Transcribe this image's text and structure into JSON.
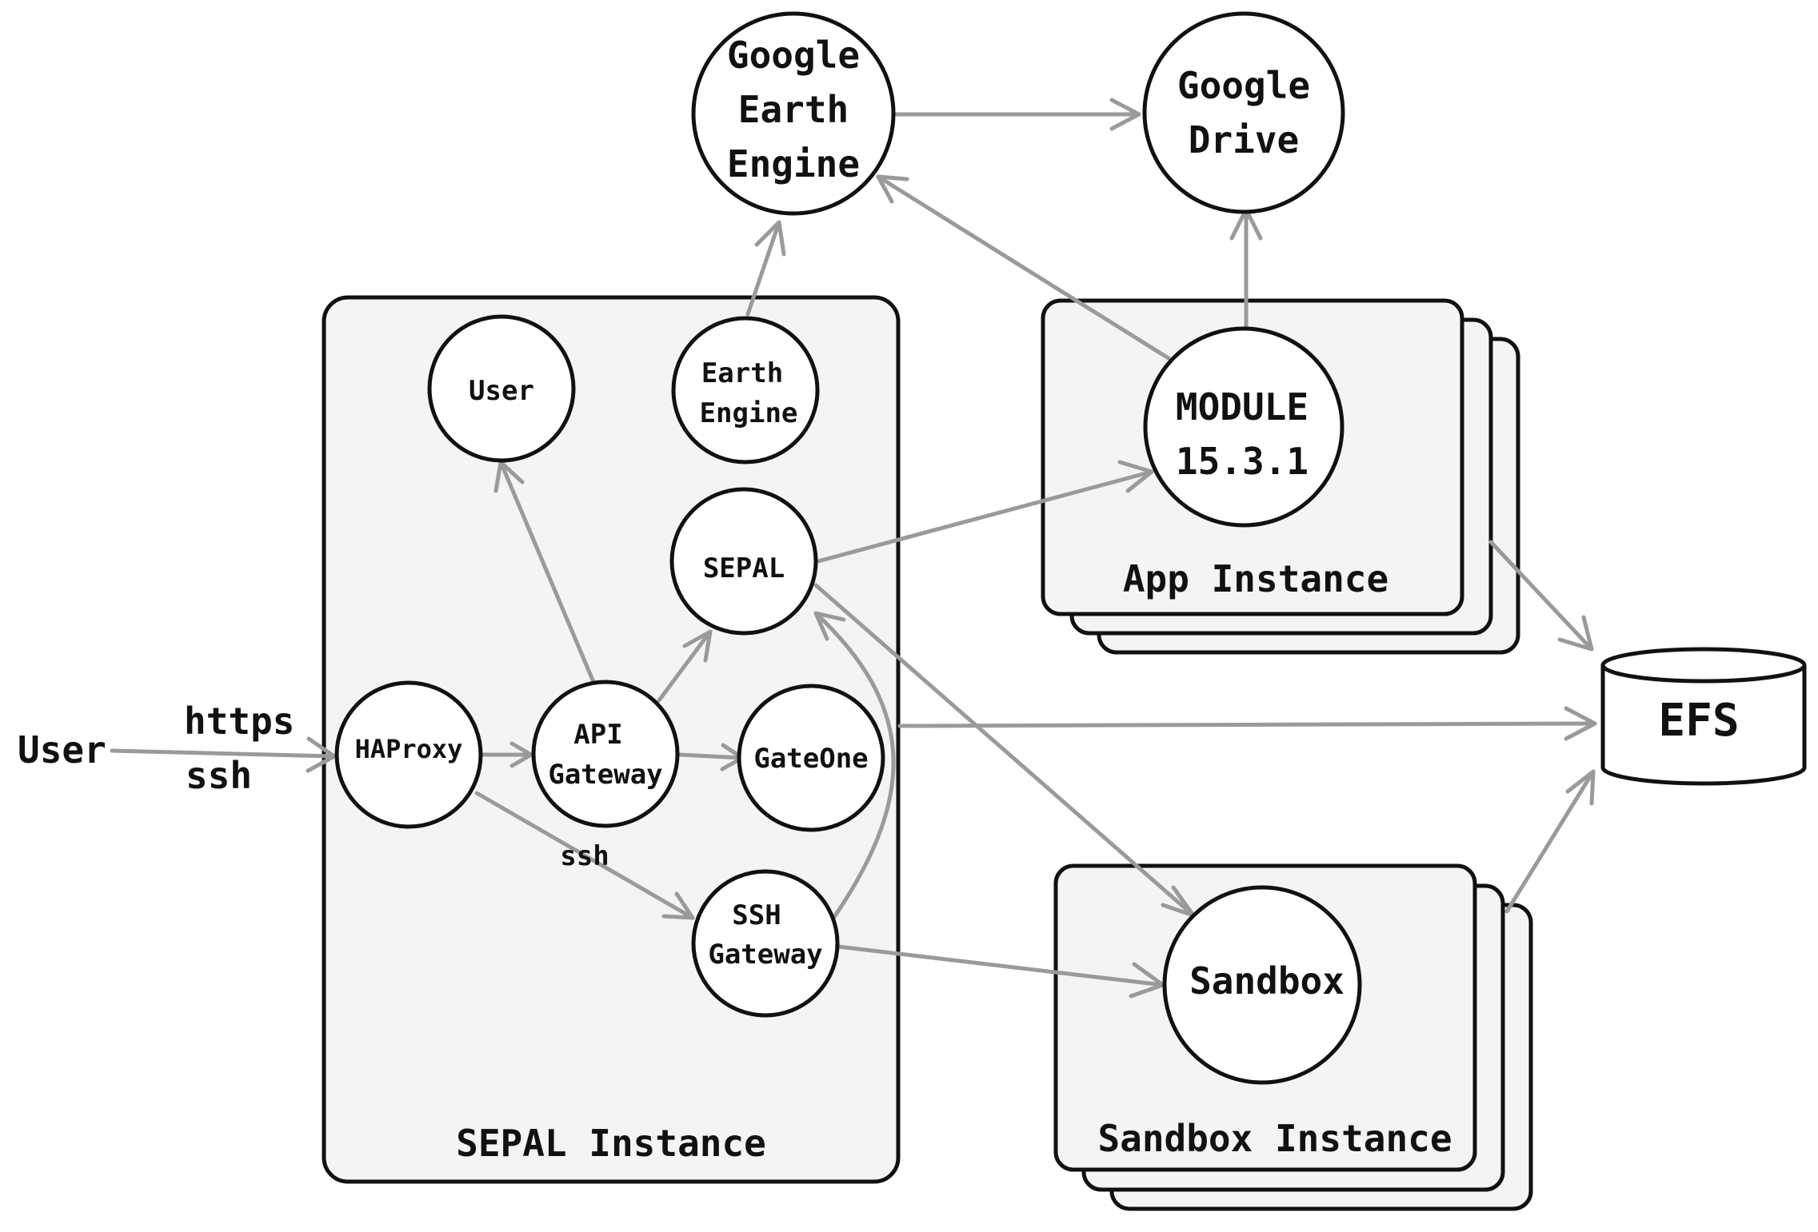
{
  "colors": {
    "edge": "#9a9a9a",
    "stroke": "#111111",
    "container": "#f4f4f4",
    "node": "#ffffff"
  },
  "external": {
    "user": "User"
  },
  "entry_labels": {
    "https": "https",
    "ssh": "ssh"
  },
  "containers": {
    "sepal": "SEPAL Instance",
    "app": "App Instance",
    "sandbox": "Sandbox Instance"
  },
  "nodes": {
    "gee": [
      "Google",
      "Earth",
      "Engine"
    ],
    "drive": [
      "Google",
      "Drive"
    ],
    "user_svc": [
      "User"
    ],
    "earth_engine": [
      "Earth",
      "Engine"
    ],
    "sepal": [
      "SEPAL"
    ],
    "haproxy": [
      "HAProxy"
    ],
    "api_gateway": [
      "API",
      "Gateway"
    ],
    "gateone": [
      "GateOne"
    ],
    "ssh_gateway": [
      "SSH",
      "Gateway"
    ],
    "module": [
      "MODULE",
      "15.3.1"
    ],
    "sandbox": [
      "Sandbox"
    ],
    "efs": [
      "EFS"
    ]
  },
  "edge_labels": {
    "haproxy_ssh": "ssh"
  }
}
